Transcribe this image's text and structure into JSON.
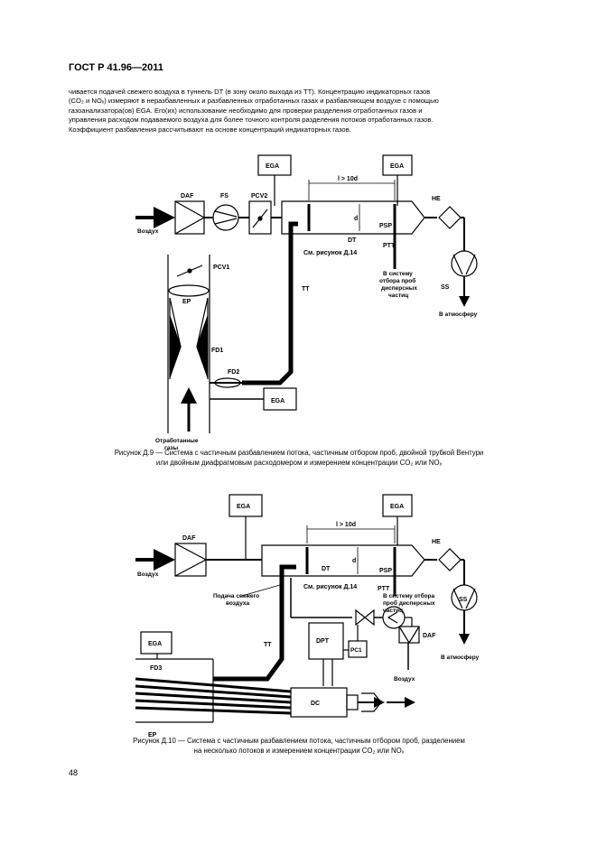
{
  "header": {
    "title": "ГОСТ Р 41.96—2011"
  },
  "paragraph": {
    "lines": [
      "чивается подачей свежего воздуха в туннель DT (в зону около выхода из TT). Концентрацию индикаторных газов",
      "(CO₂ и NOₓ) измеряют в неразбавленных и разбавленных отработанных газах и разбавляющем воздухе с помощью",
      "газоанализатора(ов) EGA. Его(их) использование необходимо для проверки разделения отработанных газов и",
      "управления расходом подаваемого воздуха для более точного контроля разделения потоков отработанных газов.",
      "Коэффициент разбавления рассчитывают на основе концентраций индикаторных газов."
    ]
  },
  "figure9": {
    "labels": {
      "ega_top_left": "EGA",
      "ega_top_right": "EGA",
      "ega_bottom": "EGA",
      "daf": "DAF",
      "fs": "FS",
      "pcv2": "PCV2",
      "he": "HE",
      "length": "l > 10d",
      "d": "d",
      "psp": "PSP",
      "dt": "DT",
      "see_fig": "См. рисунок Д.14",
      "ptt": "PTT",
      "tt": "TT",
      "pcv1": "PCV1",
      "ep": "EP",
      "fd1": "FD1",
      "fd2": "FD2",
      "ss": "SS",
      "air": "Воздух",
      "to_system_1": "В систему",
      "to_system_2": "отбора проб",
      "to_system_3": "дисперсных",
      "to_system_4": "частиц",
      "to_atm": "В атмосферу",
      "exhaust_1": "Отработанные",
      "exhaust_2": "газы"
    },
    "caption_line1": "Рисунок  Д.9 — Система с частичным разбавлением потока, частичным отбором проб, двойной трубкой Вентури",
    "caption_line2": "или двойным диафрагмовым расходомером и измерением концентрации CO₂ или NOₓ"
  },
  "figure10": {
    "labels": {
      "ega_top_left": "EGA",
      "ega_top_right": "EGA",
      "ega_left": "EGA",
      "daf": "DAF",
      "daf2": "DAF",
      "he": "HE",
      "length": "l > 10d",
      "d": "d",
      "dt": "DT",
      "psp": "PSP",
      "see_fig": "См. рисунок Д.14",
      "ptt": "PTT",
      "tt": "TT",
      "pc1": "PC1",
      "dpt": "DPT",
      "dc": "DC",
      "fd3": "FD3",
      "ep": "EP",
      "ss": "SS",
      "air": "Воздух",
      "air2": "Воздух",
      "fresh_1": "Подача свежего",
      "fresh_2": "воздуха",
      "to_system_1": "В систему отбора",
      "to_system_2": "проб дисперсных",
      "to_system_3": "частиц",
      "to_atm": "В атмосферу"
    },
    "caption_line1": "Рисунок  Д.10 — Система с частичным разбавлением потока, частичным отбором проб, разделением",
    "caption_line2": "на несколько потоков и измерением концентрации CO₂ или NOₓ"
  },
  "page_number": "48"
}
